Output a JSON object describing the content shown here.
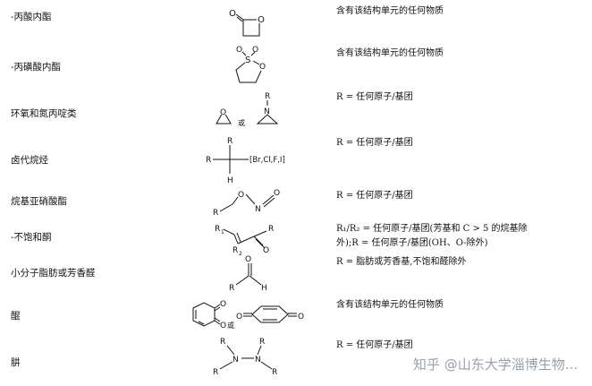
{
  "rows": [
    {
      "name": "-丙酸内酯",
      "desc": "含有该结构单元的任何物质"
    },
    {
      "name": "-丙磺酸内酯",
      "desc": "含有该结构单元的任何物质"
    },
    {
      "name": "环氧和氮丙啶类",
      "desc": "R = 任何原子/基团",
      "connector": "或"
    },
    {
      "name": "卤代烷烃",
      "desc": "R = 任何原子/基团",
      "halogens": "[Br,Cl,F,I]"
    },
    {
      "name": "烷基亚硝酸酯",
      "desc": "R = 任何原子/基团"
    },
    {
      "name": "-不饱和酮",
      "desc_line1": "R₁/R₂ = 任何原子/基团(芳基和 C > 5 的烷基除",
      "desc_line2": "外);R = 任何原子/基团(OH、O-除外)"
    },
    {
      "name": "小分子脂肪或芳香醛",
      "desc": "R = 脂肪或芳香基,不饱和醛除外"
    },
    {
      "name": "醌",
      "desc": "含有该结构单元的任何物质",
      "connector": "或"
    },
    {
      "name": "肼",
      "desc": "R = 任何原子/基团"
    }
  ],
  "watermark": "知乎 @山东大学淄博生物..."
}
